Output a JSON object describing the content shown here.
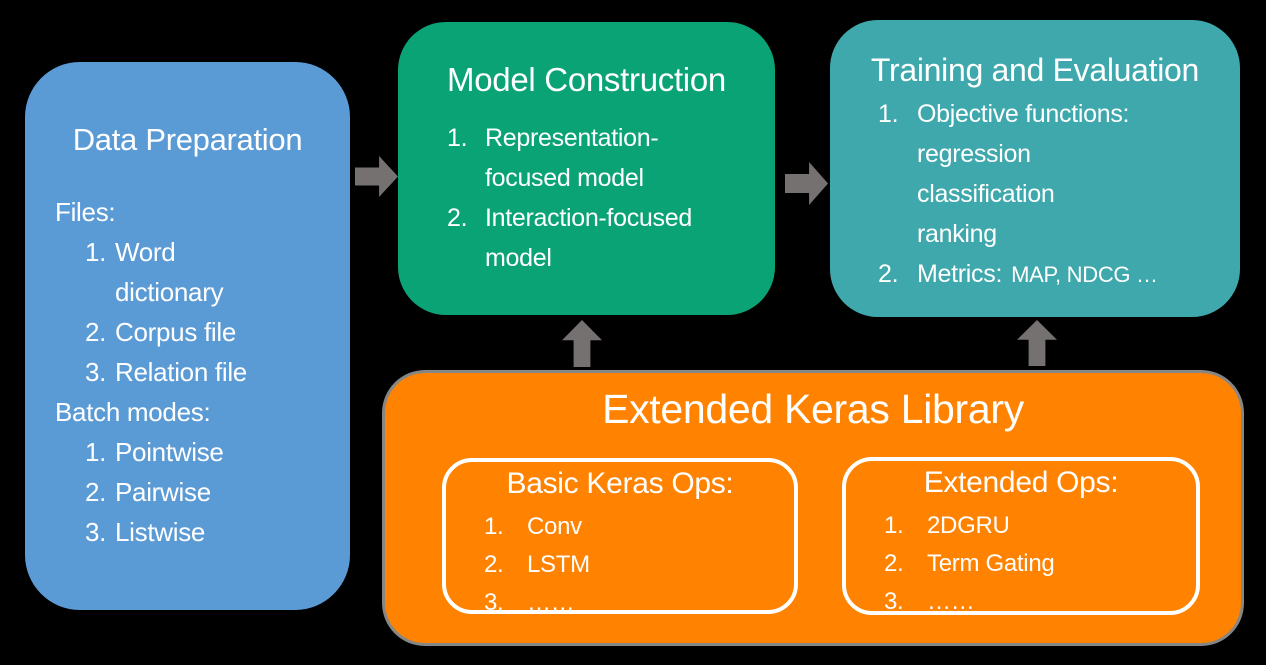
{
  "colors": {
    "background": "#000000",
    "data_preparation_box": "#5B9BD5",
    "model_construction_box": "#0AA376",
    "training_evaluation_box": "#3FA8AC",
    "keras_library_box": "#FF8200",
    "arrow": "#767171",
    "text": "#FFFFFF",
    "keras_outline": "#9E9E9E"
  },
  "data_preparation": {
    "title": "Data Preparation",
    "lines": [
      {
        "kind": "label",
        "text": "Files:"
      },
      {
        "kind": "item",
        "num": "1.",
        "text": "Word"
      },
      {
        "kind": "cont",
        "text": "dictionary"
      },
      {
        "kind": "item",
        "num": "2.",
        "text": "Corpus file"
      },
      {
        "kind": "item",
        "num": "3.",
        "text": "Relation file"
      },
      {
        "kind": "label",
        "text": "Batch modes:"
      },
      {
        "kind": "item",
        "num": "1.",
        "text": "Pointwise"
      },
      {
        "kind": "item",
        "num": "2.",
        "text": "Pairwise"
      },
      {
        "kind": "item",
        "num": "3.",
        "text": "Listwise"
      }
    ]
  },
  "model_construction": {
    "title": "Model Construction",
    "lines": [
      {
        "kind": "item",
        "num": "1.",
        "text": "Representation-"
      },
      {
        "kind": "cont",
        "text": "focused model"
      },
      {
        "kind": "item",
        "num": "2.",
        "text": "Interaction-focused"
      },
      {
        "kind": "cont",
        "text": "model"
      }
    ]
  },
  "training_evaluation": {
    "title": "Training and Evaluation",
    "lines": [
      {
        "kind": "item",
        "num": "1.",
        "text": "Objective functions:"
      },
      {
        "kind": "cont",
        "text": "regression"
      },
      {
        "kind": "cont",
        "text": "classification"
      },
      {
        "kind": "cont",
        "text": "ranking"
      }
    ],
    "metrics": {
      "num": "2.",
      "text": "Metrics:",
      "small": "MAP, NDCG …"
    }
  },
  "keras_library": {
    "title": "Extended Keras Library",
    "basic": {
      "title": "Basic Keras Ops:",
      "items": [
        {
          "num": "1.",
          "text": "Conv"
        },
        {
          "num": "2.",
          "text": "LSTM"
        },
        {
          "num": "3.",
          "text": "……"
        }
      ]
    },
    "extended": {
      "title": "Extended Ops:",
      "items": [
        {
          "num": "1.",
          "text": "2DGRU"
        },
        {
          "num": "2.",
          "text": "Term Gating"
        },
        {
          "num": "3.",
          "text": "……"
        }
      ]
    }
  }
}
